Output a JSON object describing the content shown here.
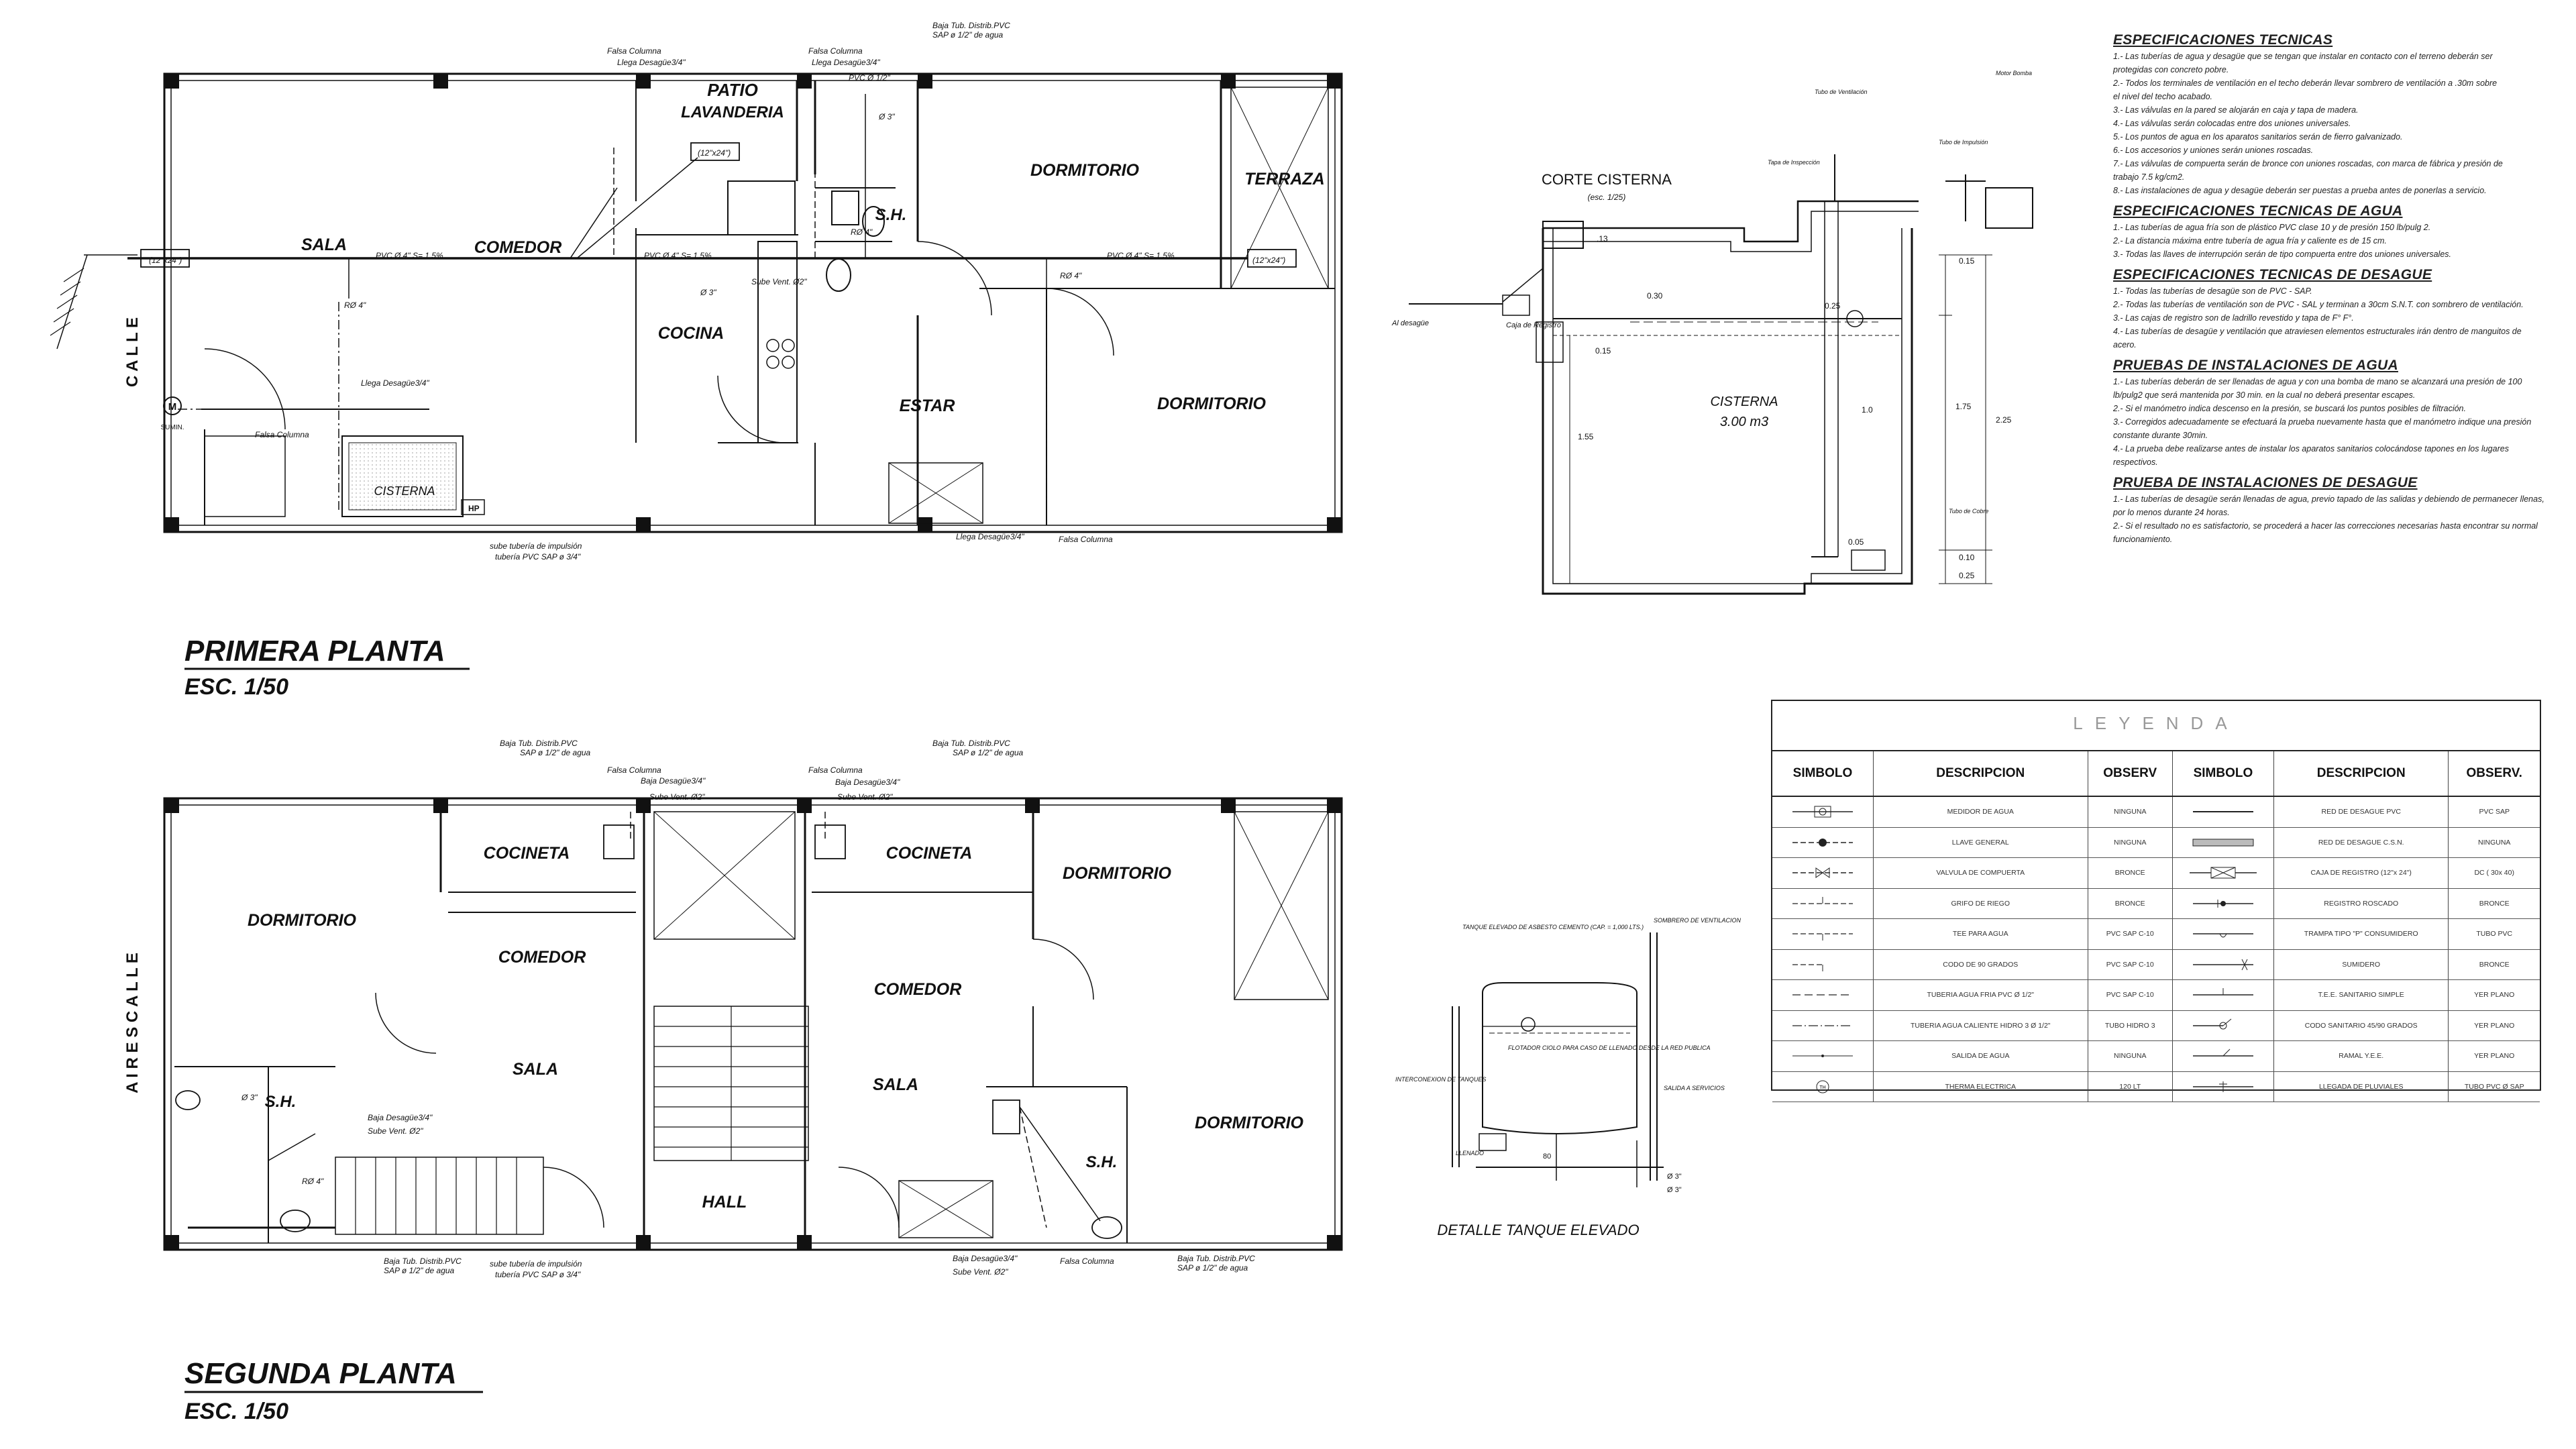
{
  "plan1": {
    "title": "PRIMERA PLANTA",
    "scale": "ESC. 1/50",
    "street": "C A L L E",
    "rooms": {
      "patio": "PATIO",
      "lavanderia": "LAVANDERIA",
      "dormitorio_a": "DORMITORIO",
      "terraza": "TERRAZA",
      "sala": "SALA",
      "comedor": "COMEDOR",
      "sh": "S.H.",
      "cocina": "COCINA",
      "estar": "ESTAR",
      "dormitorio_b": "DORMITORIO",
      "cisterna": "CISTERNA"
    },
    "notes": {
      "baja_tub": "Baja Tub. Distrib.PVC",
      "sap_agua": "SAP ø 1/2\" de agua",
      "falsa_col_1": "Falsa Columna",
      "llega_desague_1": "Llega Desagüe3/4\"",
      "falsa_col_2": "Falsa Columna",
      "llega_desague_2": "Llega Desagüe3/4\"",
      "pvc_half": "PVC Ø 1/2\"",
      "pvc_4_sala": "PVC Ø 4\" S= 1.5%",
      "pvc_4_patio": "PVC Ø 4\" S= 1.5%",
      "pvc_4_estar": "PVC Ø 4\" S= 1.5%",
      "ct_left": "(12\"x24\")",
      "ct_patio": "(12\"x24\")",
      "ct_terraza": "(12\"x24\")",
      "sube_vent": "Sube Vent. Ø2\"",
      "rd4_a": "RØ 4\"",
      "rd4_b": "RØ 4\"",
      "rd4_c": "RØ 4\"",
      "d3_a": "Ø 3\"",
      "d3_b": "Ø 3\"",
      "medidor": "M",
      "sumin": "SUMIN.",
      "llega_desague_3": "Llega Desagüe3/4\"",
      "falsa_col_3": "Falsa Columna",
      "hp": "HP",
      "sube_tuberia": "sube tubería de impulsión",
      "tuberia_pvc": "tubería PVC SAP ø 3/4\"",
      "llega_desague_4": "Llega Desagüe3/4\"",
      "falsa_col_4": "Falsa Columna"
    }
  },
  "plan2": {
    "title": "SEGUNDA PLANTA",
    "scale": "ESC. 1/50",
    "street": "A I R E S   C A L L E",
    "rooms": {
      "dormitorio_a": "DORMITORIO",
      "cocineta_a": "COCINETA",
      "comedor_a": "COMEDOR",
      "sala_a": "SALA",
      "sh_a": "S.H.",
      "cocineta_b": "COCINETA",
      "dormitorio_b": "DORMITORIO",
      "comedor_b": "COMEDOR",
      "sala_b": "SALA",
      "hall": "HALL",
      "sh_b": "S.H.",
      "dormitorio_c": "DORMITORIO"
    },
    "notes": {
      "baja_tub_a": "Baja Tub. Distrib.PVC",
      "sap_a": "SAP ø 1/2\" de agua",
      "falsa_col_a": "Falsa Columna",
      "baja_desague_a": "Baja Desagüe3/4\"",
      "sube_vent_a": "Sube Vent. Ø2\"",
      "falsa_col_b": "Falsa Columna",
      "baja_desague_b": "Baja Desagüe3/4\"",
      "sube_vent_b": "Sube Vent. Ø2\"",
      "baja_tub_b": "Baja Tub. Distrib.PVC",
      "sap_b": "SAP ø 1/2\" de agua",
      "baja_desague_c": "Baja Desagüe3/4\"",
      "sube_vent_c": "Sube Vent. Ø2\"",
      "baja_tub_c": "Baja Tub. Distrib.PVC",
      "sap_c": "SAP ø 1/2\" de agua",
      "sube_tub": "sube tubería de impulsión",
      "tub_pvc": "tubería PVC SAP ø 3/4\"",
      "baja_desague_d": "Baja Desagüe3/4\"",
      "sube_vent_d": "Sube Vent. Ø2\"",
      "falsa_col_c": "Falsa Columna",
      "baja_tub_d": "Baja Tub. Distrib.PVC",
      "sap_d": "SAP ø 1/2\" de agua",
      "rd4": "RØ 4\"",
      "d3": "Ø 3\""
    }
  },
  "cisterna": {
    "title": "CORTE CISTERNA",
    "scale": "(esc. 1/25)",
    "name": "CISTERNA",
    "volume": "3.00 m3",
    "caja_registro": "Caja de Registro",
    "al_desague": "Al desagüe",
    "tapa": "Tapa de Inspección",
    "tubo_ventilacion": "Tubo de Ventilación",
    "motor": "Motor Bomba",
    "tubo_impulsion": "Tubo de Impulsión",
    "tubo_cobre": "Tubo de Cobre",
    "dims": [
      "0.15",
      "1.75",
      "2.25",
      "0.10",
      "0.25",
      "1.55",
      "0.30",
      "0.25",
      "0.15",
      "0.05",
      "1.0",
      ".13"
    ]
  },
  "tanque": {
    "title": "DETALLE TANQUE ELEVADO",
    "tanque_label": "TANQUE ELEVADO DE ASBESTO CEMENTO (CAP. = 1,000 LTS.)",
    "sombrero": "SOMBRERO DE VENTILACION",
    "flotador": "FLOTADOR CIOLO PARA CASO DE LLENADO DESDE LA RED PUBLICA",
    "interconexion": "INTERCONEXION DE TANQUES",
    "llenado": "LLENADO",
    "salida": "SALIDA A SERVICIOS",
    "dims": [
      "80",
      "Ø 3\"",
      "Ø 3\""
    ]
  },
  "specs": [
    {
      "heading": "ESPECIFICACIONES TECNICAS",
      "lines": [
        "1.-   Las tuberías de agua y desagüe que se tengan que instalar en contacto con el terreno deberán ser",
        "        protegidas con concreto pobre.",
        "2.-   Todos los terminales de ventilación en el techo deberán llevar sombrero de ventilación a .30m sobre",
        "        el nivel del techo acabado.",
        "3.-   Las válvulas en la pared se alojarán en caja y tapa de madera.",
        "4.-   Las válvulas serán colocadas entre dos uniones universales.",
        "5.-   Los puntos de agua en los aparatos sanitarios serán de fierro galvanizado.",
        "6.-   Los accesorios y uniones serán uniones roscadas.",
        "7.-   Las válvulas de compuerta serán de bronce con uniones roscadas, con marca de fábrica y presión de",
        "        trabajo 7.5 kg/cm2.",
        "8.-   Las instalaciones de agua y desagüe deberán ser puestas a prueba antes de ponerlas a servicio."
      ]
    },
    {
      "heading": "ESPECIFICACIONES TECNICAS DE AGUA",
      "lines": [
        "1.-   Las tuberías de agua fría son de plástico PVC clase 10 y de presión 150 lb/pulg 2.",
        "2.-   La distancia máxima entre tubería de agua fría y caliente es de 15 cm.",
        "3.-   Todas las llaves de interrupción serán de tipo compuerta entre dos uniones universales."
      ]
    },
    {
      "heading": "ESPECIFICACIONES TECNICAS DE DESAGUE",
      "lines": [
        "1.-   Todas las tuberías de desagüe son de PVC - SAP.",
        "2.-   Todas las tuberías de ventilación son de PVC - SAL y terminan a 30cm S.N.T. con sombrero de ventilación.",
        "3.-   Las cajas de registro son de ladrillo revestido y tapa de F° F°.",
        "4.-   Las tuberías de desagüe y ventilación que atraviesen elementos estructurales irán dentro de manguitos de",
        "        acero."
      ]
    },
    {
      "heading": "PRUEBAS DE INSTALACIONES DE AGUA",
      "lines": [
        "1.-   Las tuberías deberán de ser llenadas de agua y con una bomba de mano se alcanzará una presión de 100",
        "        lb/pulg2 que será mantenida por 30 min. en la cual no deberá presentar escapes.",
        "2.-   Si el manómetro indica descenso en la presión, se buscará los puntos posibles de filtración.",
        "3.-   Corregidos adecuadamente se efectuará la prueba nuevamente hasta que el manómetro indique una presión",
        "        constante durante 30min.",
        "4.-   La prueba debe realizarse antes de instalar los aparatos sanitarios colocándose tapones en los lugares",
        "        respectivos."
      ]
    },
    {
      "heading": "PRUEBA DE INSTALACIONES DE DESAGUE",
      "lines": [
        "1.-   Las tuberías de desagüe serán llenadas de agua, previo tapado de las salidas y debiendo de permanecer llenas,",
        "        por lo menos durante 24 horas.",
        "2.-   Si el resultado no es satisfactorio, se procederá a hacer las correcciones necesarias hasta encontrar su normal",
        "        funcionamiento."
      ]
    }
  ],
  "legend": {
    "title": "LEYENDA",
    "headers": [
      "SIMBOLO",
      "DESCRIPCION",
      "OBSERV",
      "SIMBOLO",
      "DESCRIPCION",
      "OBSERV."
    ],
    "rows": [
      {
        "sym1": "meter",
        "d1": "MEDIDOR DE AGUA",
        "o1": "NINGUNA",
        "sym2": "line",
        "d2": "RED DE DESAGUE PVC",
        "o2": "PVC SAP"
      },
      {
        "sym1": "valve-dot",
        "d1": "LLAVE GENERAL",
        "o1": "NINGUNA",
        "sym2": "thick",
        "d2": "RED DE DESAGUE C.S.N.",
        "o2": "NINGUNA"
      },
      {
        "sym1": "gate",
        "d1": "VALVULA DE COMPUERTA",
        "o1": "BRONCE",
        "sym2": "box",
        "d2": "CAJA DE REGISTRO (12\"x 24\")",
        "o2": "DC ( 30x 40)"
      },
      {
        "sym1": "tee-up",
        "d1": "GRIFO DE RIEGO",
        "o1": "BRONCE",
        "sym2": "plug",
        "d2": "REGISTRO ROSCADO",
        "o2": "BRONCE"
      },
      {
        "sym1": "tee",
        "d1": "TEE PARA AGUA",
        "o1": "PVC SAP C-10",
        "sym2": "trap",
        "d2": "TRAMPA TIPO \"P\" CONSUMIDERO",
        "o2": "TUBO PVC"
      },
      {
        "sym1": "elbow",
        "d1": "CODO DE 90 GRADOS",
        "o1": "PVC SAP C-10",
        "sym2": "drain",
        "d2": "SUMIDERO",
        "o2": "BRONCE"
      },
      {
        "sym1": "dash",
        "d1": "TUBERIA AGUA FRIA  PVC Ø 1/2\"",
        "o1": "PVC SAP C-10",
        "sym2": "teesan",
        "d2": "T.E.E. SANITARIO SIMPLE",
        "o2": "YER PLANO"
      },
      {
        "sym1": "dashdot",
        "d1": "TUBERIA AGUA CALIENTE HIDRO 3 Ø 1/2\"",
        "o1": "TUBO HIDRO 3",
        "sym2": "codo",
        "d2": "CODO SANITARIO 45/90 GRADOS",
        "o2": "YER PLANO"
      },
      {
        "sym1": "thin",
        "d1": "SALIDA DE AGUA",
        "o1": "NINGUNA",
        "sym2": "ramal",
        "d2": "RAMAL Y.E.E.",
        "o2": "YER PLANO"
      },
      {
        "sym1": "therma",
        "d1": "THERMA ELECTRICA",
        "o1": "120 LT",
        "sym2": "llegada",
        "d2": "LLEGADA DE PLUVIALES",
        "o2": "TUBO PVC Ø SAP"
      }
    ]
  }
}
